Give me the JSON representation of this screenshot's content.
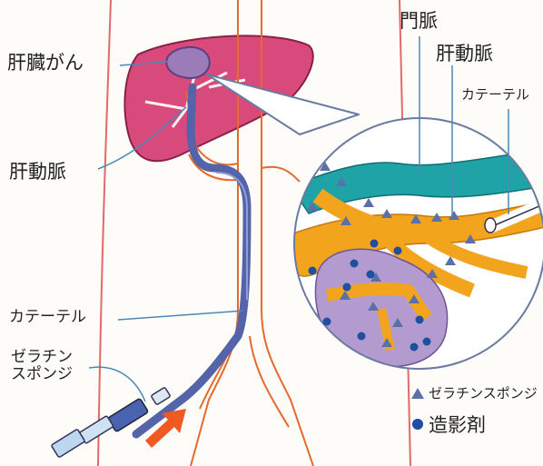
{
  "labels": {
    "liver_cancer": "肝臓がん",
    "hepatic_artery_left": "肝動脈",
    "catheter_left": "カテーテル",
    "gelatin_sponge_left": "ゼラチン\nスポンジ",
    "portal_vein": "門脈",
    "hepatic_artery_right": "肝動脈",
    "catheter_right": "カテーテル"
  },
  "legend": [
    {
      "symbol": "triangle",
      "label": "ゼラチンスポンジ",
      "color": "#5b6fa8"
    },
    {
      "symbol": "dot",
      "label": "造影剤",
      "color": "#1f4fa0"
    }
  ],
  "colors": {
    "liver": "#d94a7c",
    "tumor": "#9b7bb8",
    "artery": "#e56a2c",
    "catheter": "#5563a8",
    "portal_vein": "#1fa3a6",
    "hepatic_artery_zoom": "#f2a41c",
    "arrow": "#f05a22",
    "contrast": "#1f4fa0"
  }
}
